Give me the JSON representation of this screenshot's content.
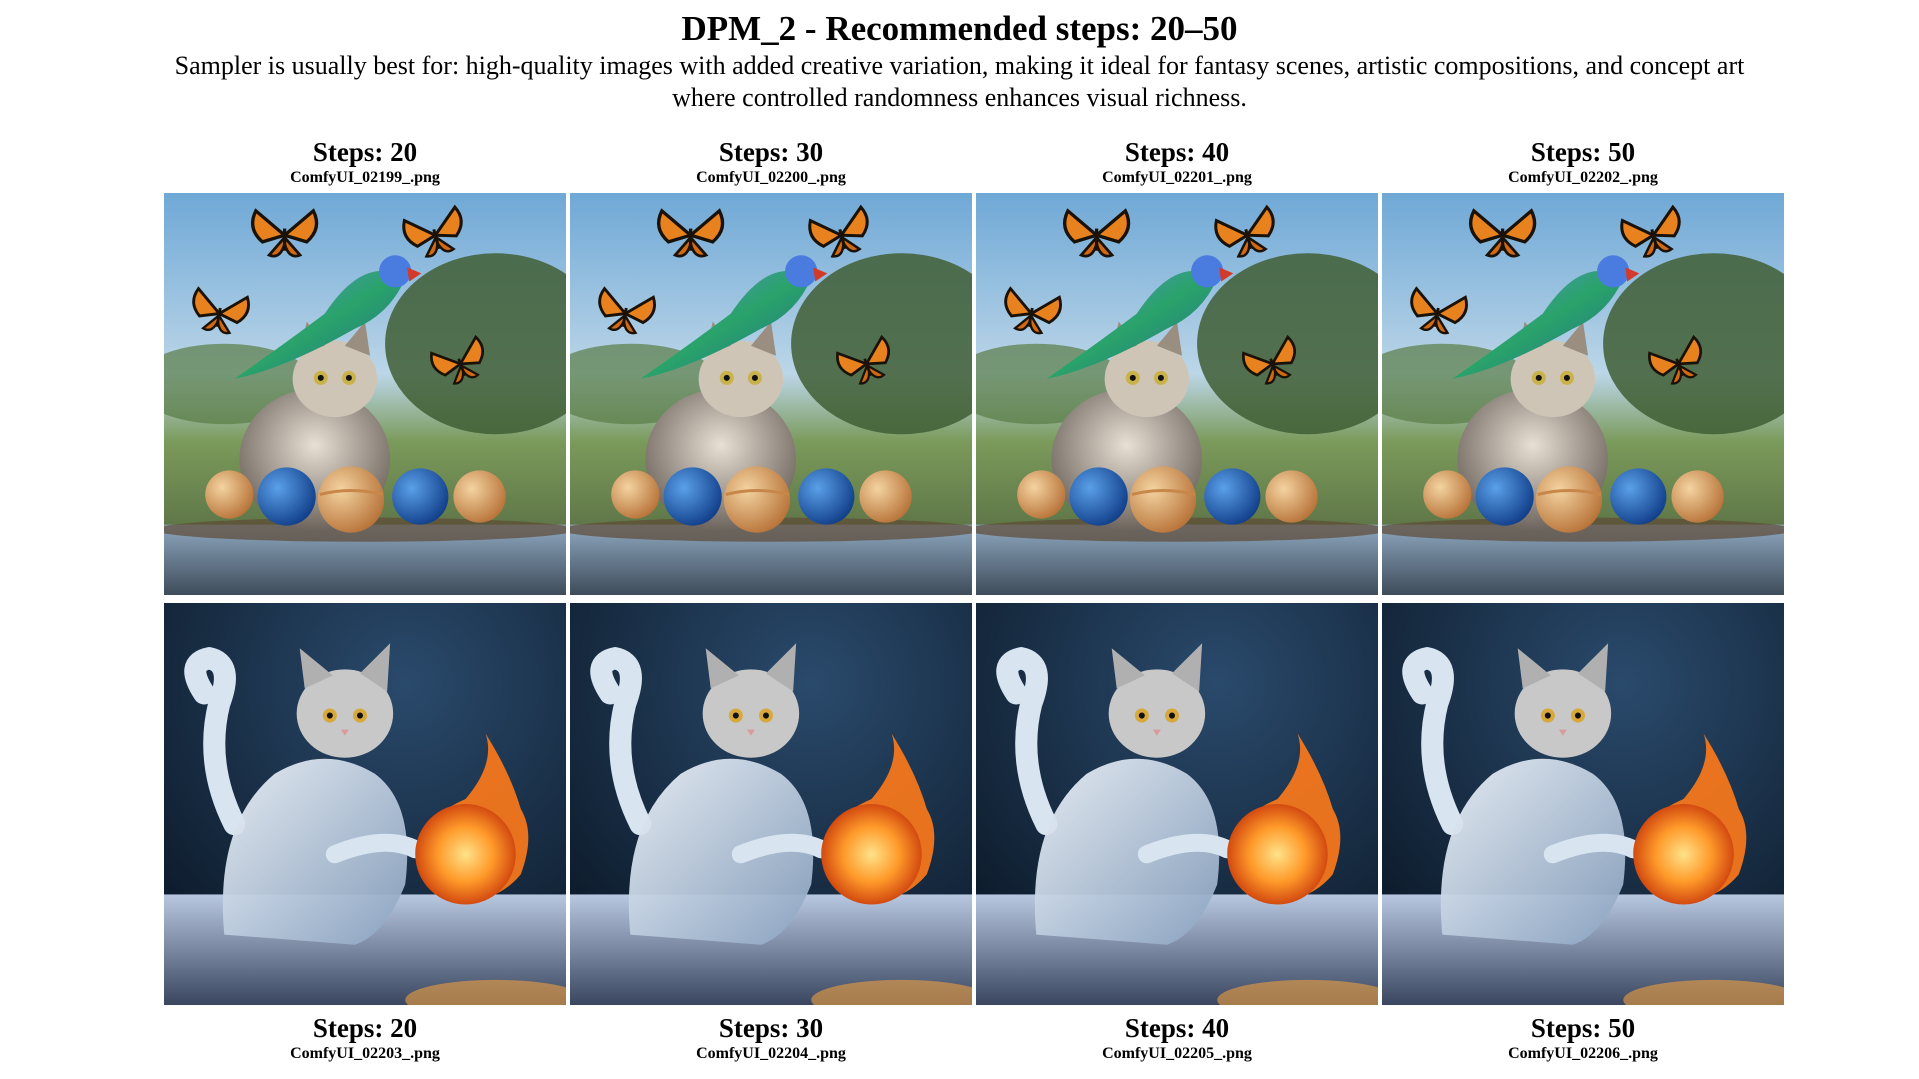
{
  "title": "DPM_2 - Recommended steps: 20–50",
  "subtitle": "Sampler is usually best for: high-quality images with added creative variation, making it ideal for fantasy scenes, artistic compositions, and concept art where controlled randomness enhances visual richness.",
  "rows": [
    {
      "scene": "cat-parrot-butterflies-planets",
      "captions": [
        {
          "steps": "Steps: 20",
          "file": "ComfyUI_02199_.png"
        },
        {
          "steps": "Steps: 30",
          "file": "ComfyUI_02200_.png"
        },
        {
          "steps": "Steps: 40",
          "file": "ComfyUI_02201_.png"
        },
        {
          "steps": "Steps: 50",
          "file": "ComfyUI_02202_.png"
        }
      ]
    },
    {
      "scene": "ice-cat-fireball",
      "captions": [
        {
          "steps": "Steps: 20",
          "file": "ComfyUI_02203_.png"
        },
        {
          "steps": "Steps: 30",
          "file": "ComfyUI_02204_.png"
        },
        {
          "steps": "Steps: 40",
          "file": "ComfyUI_02205_.png"
        },
        {
          "steps": "Steps: 50",
          "file": "ComfyUI_02206_.png"
        }
      ]
    }
  ]
}
